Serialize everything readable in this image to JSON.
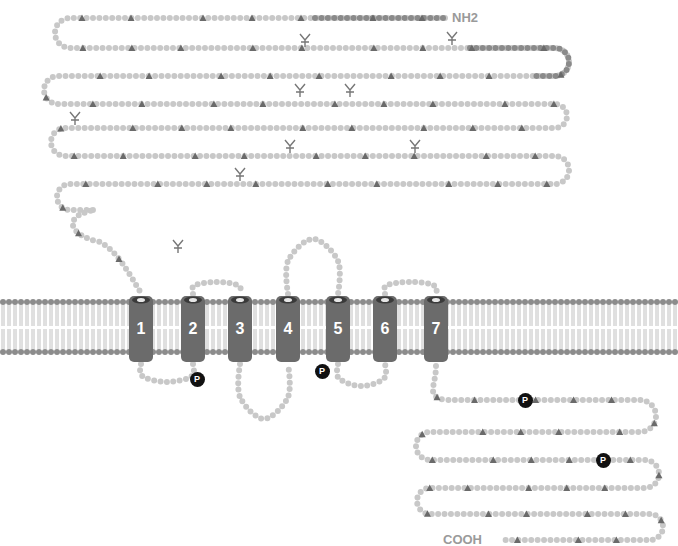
{
  "diagram": {
    "nodes": [
      {
        "text": [
          "1"
        ]
      },
      {
        "text": [
          "2"
        ]
      },
      {
        "text": [
          "3"
        ]
      },
      {
        "text": [
          "4"
        ]
      },
      {
        "text": [
          "5"
        ]
      },
      {
        "text": [
          "6"
        ]
      },
      {
        "text": [
          "7"
        ]
      },
      {
        "text": [
          "P"
        ]
      },
      {
        "text": [
          "P"
        ]
      },
      {
        "text": [
          "P"
        ]
      },
      {
        "text": [
          "P"
        ]
      }
    ],
    "edges": [
      {
        "from": 0,
        "to": 1,
        "arrow": "none"
      },
      {
        "from": 1,
        "to": 2,
        "arrow": "none"
      },
      {
        "from": 2,
        "to": 3,
        "arrow": "none"
      },
      {
        "from": 3,
        "to": 4,
        "arrow": "none"
      },
      {
        "from": 4,
        "to": 5,
        "arrow": "none"
      },
      {
        "from": 5,
        "to": 6,
        "arrow": "none"
      }
    ],
    "labels": [
      "NH2",
      "COOH"
    ]
  }
}
